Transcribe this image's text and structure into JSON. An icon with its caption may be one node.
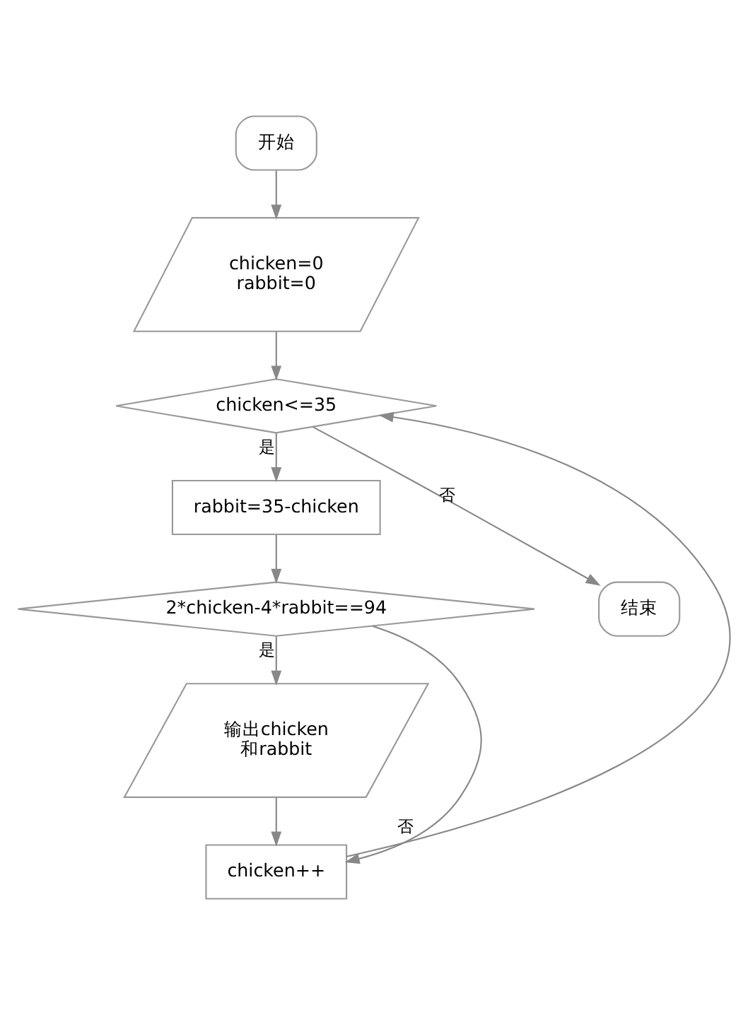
{
  "diagram": {
    "nodes": [
      {
        "text": [
          "开始"
        ]
      },
      {
        "text": [
          "chicken=0 rabbit=0"
        ]
      },
      {
        "text": [
          "chicken<=35"
        ]
      },
      {
        "text": [
          "rabbit=35-chicken"
        ]
      },
      {
        "text": [
          "2*chicken-4*rabbit==94"
        ]
      },
      {
        "text": [
          "输出chicken 和rabbit"
        ]
      },
      {
        "text": [
          "chicken++"
        ]
      },
      {
        "text": [
          "结束"
        ]
      }
    ],
    "edges": [
      {
        "from": 0,
        "to": 1,
        "arrow": "to"
      },
      {
        "from": 1,
        "to": 2,
        "arrow": "to"
      },
      {
        "from": 2,
        "to": 3,
        "arrow": "to",
        "label": "是"
      },
      {
        "from": 3,
        "to": 4,
        "arrow": "to"
      },
      {
        "from": 4,
        "to": 5,
        "arrow": "to",
        "label": "是"
      },
      {
        "from": 5,
        "to": 6,
        "arrow": "to"
      },
      {
        "from": 4,
        "to": 6,
        "arrow": "to",
        "label": "否"
      },
      {
        "from": 6,
        "to": 2,
        "arrow": "to"
      },
      {
        "from": 2,
        "to": 7,
        "arrow": "to",
        "label": "否"
      }
    ]
  }
}
